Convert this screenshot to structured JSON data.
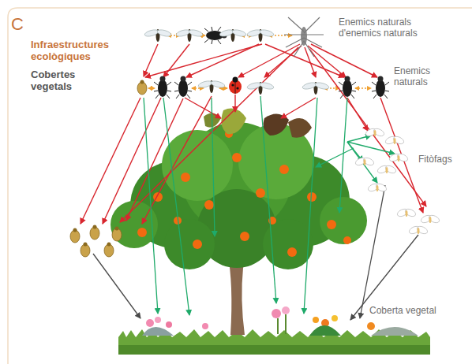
{
  "diagram": {
    "labels": [
      "C",
      "Infraestructures ecològiques",
      "Cobertes vegetals",
      "Enemics naturals d'enemics naturals",
      "Enemics naturals",
      "Fitòfags",
      "Coberta vegetal"
    ]
  }
}
